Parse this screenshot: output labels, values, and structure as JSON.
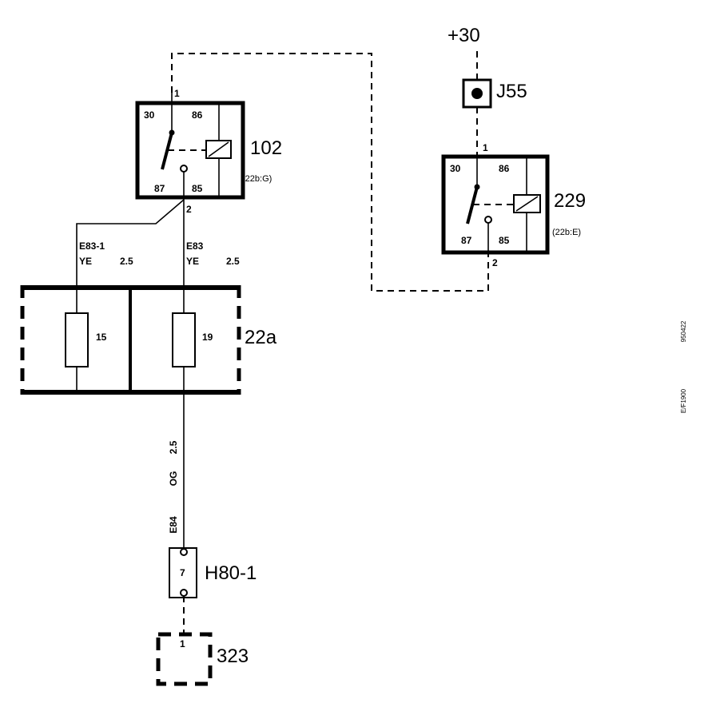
{
  "supply": {
    "label": "+30"
  },
  "connector_j55": {
    "label": "J55"
  },
  "relay_102": {
    "label": "102",
    "ref": "(22b:G)",
    "pins": {
      "p30": "30",
      "p86": "86",
      "p87": "87",
      "p85": "85"
    },
    "conn_top": "1",
    "conn_bottom": "2"
  },
  "relay_229": {
    "label": "229",
    "ref": "(22b:E)",
    "pins": {
      "p30": "30",
      "p86": "86",
      "p87": "87",
      "p85": "85"
    },
    "conn_top": "1",
    "conn_bottom": "2"
  },
  "wires": {
    "e83_1": {
      "id": "E83-1",
      "color": "YE",
      "size": "2.5"
    },
    "e83": {
      "id": "E83",
      "color": "YE",
      "size": "2.5"
    },
    "e84": {
      "id": "E84",
      "color": "OG",
      "size": "2.5"
    }
  },
  "fuse_box": {
    "label": "22a",
    "fuses": [
      "15",
      "19"
    ]
  },
  "connector_h80": {
    "label": "H80-1",
    "pin": "7"
  },
  "component_323": {
    "label": "323",
    "pin": "1"
  },
  "side_codes": {
    "code1": "950422",
    "code2": "E/F1900"
  }
}
